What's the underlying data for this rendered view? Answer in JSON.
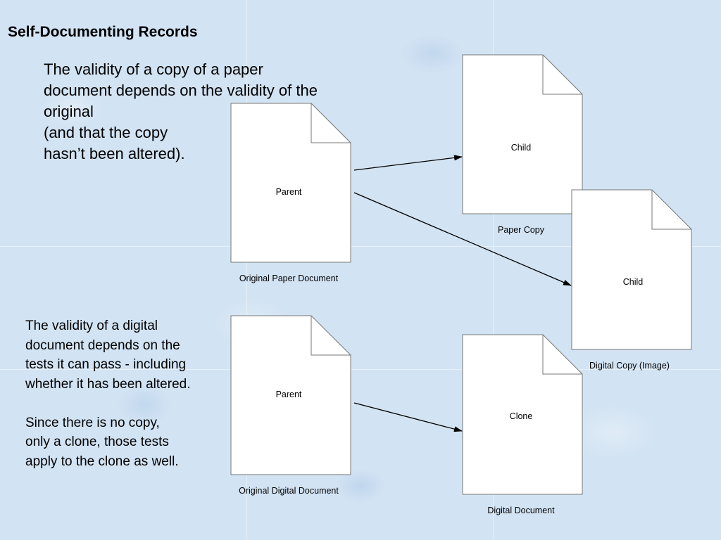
{
  "slide": {
    "title": "Self-Documenting Records",
    "paragraph_top": "The validity of a copy of a paper\ndocument depends on the validity of the\noriginal\n(and that the copy\nhasn’t been altered).",
    "paragraph_bottom": "The validity of a digital\ndocument depends on the\ntests it can pass - including\nwhether it has been altered.\n\nSince there is no copy,\nonly a clone, those tests\napply to the clone as well."
  },
  "documents": {
    "paper_parent": {
      "label": "Parent",
      "caption": "Original Paper Document"
    },
    "paper_child": {
      "label": "Child",
      "caption": "Paper Copy"
    },
    "image_child": {
      "label": "Child",
      "caption": "Digital Copy (Image)"
    },
    "digital_parent": {
      "label": "Parent",
      "caption": "Original Digital Document"
    },
    "digital_clone": {
      "label": "Clone",
      "caption": "Digital Document"
    }
  },
  "colors": {
    "background": "#d2e3f3",
    "document_fill": "#ffffff",
    "document_stroke": "#777777",
    "arrow": "#000000"
  }
}
